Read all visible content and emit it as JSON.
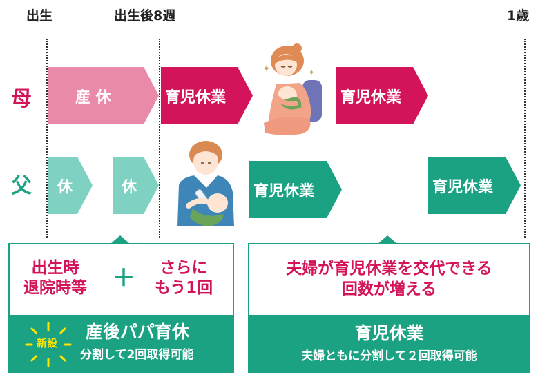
{
  "timeline": {
    "birth": "出生",
    "week8": "出生後8週",
    "age1": "1歳"
  },
  "roles": {
    "mother": "母",
    "father": "父"
  },
  "mother_bars": {
    "maternity": "産 休",
    "childcare1": "育児休業",
    "childcare2": "育児休業"
  },
  "father_bars": {
    "leave1": "休",
    "leave2": "休",
    "childcare1": "育児休業",
    "childcare2": "育児休業"
  },
  "left_panel": {
    "line1a": "出生時",
    "line1b": "退院時等",
    "plus": "＋",
    "line2a": "さらに",
    "line2b": "もう1回",
    "badge": "新設",
    "title": "産後パパ育休",
    "subtitle": "分割して2回取得可能"
  },
  "right_panel": {
    "line1": "夫婦が育児休業を交代できる",
    "line2": "回数が増える",
    "title": "育児休業",
    "subtitle": "夫婦ともに分割して２回取得可能"
  },
  "colors": {
    "maternity_pink": "#e98aa9",
    "childcare_magenta": "#d4145a",
    "father_light_teal": "#7fd2c2",
    "father_teal": "#1aa283",
    "text_pink": "#d4145a",
    "badge_yellow": "#ffe600"
  },
  "icons": [
    "mother-nursing-baby-illustration",
    "father-bottle-feeding-illustration",
    "sparkle-icon",
    "burst-icon"
  ]
}
